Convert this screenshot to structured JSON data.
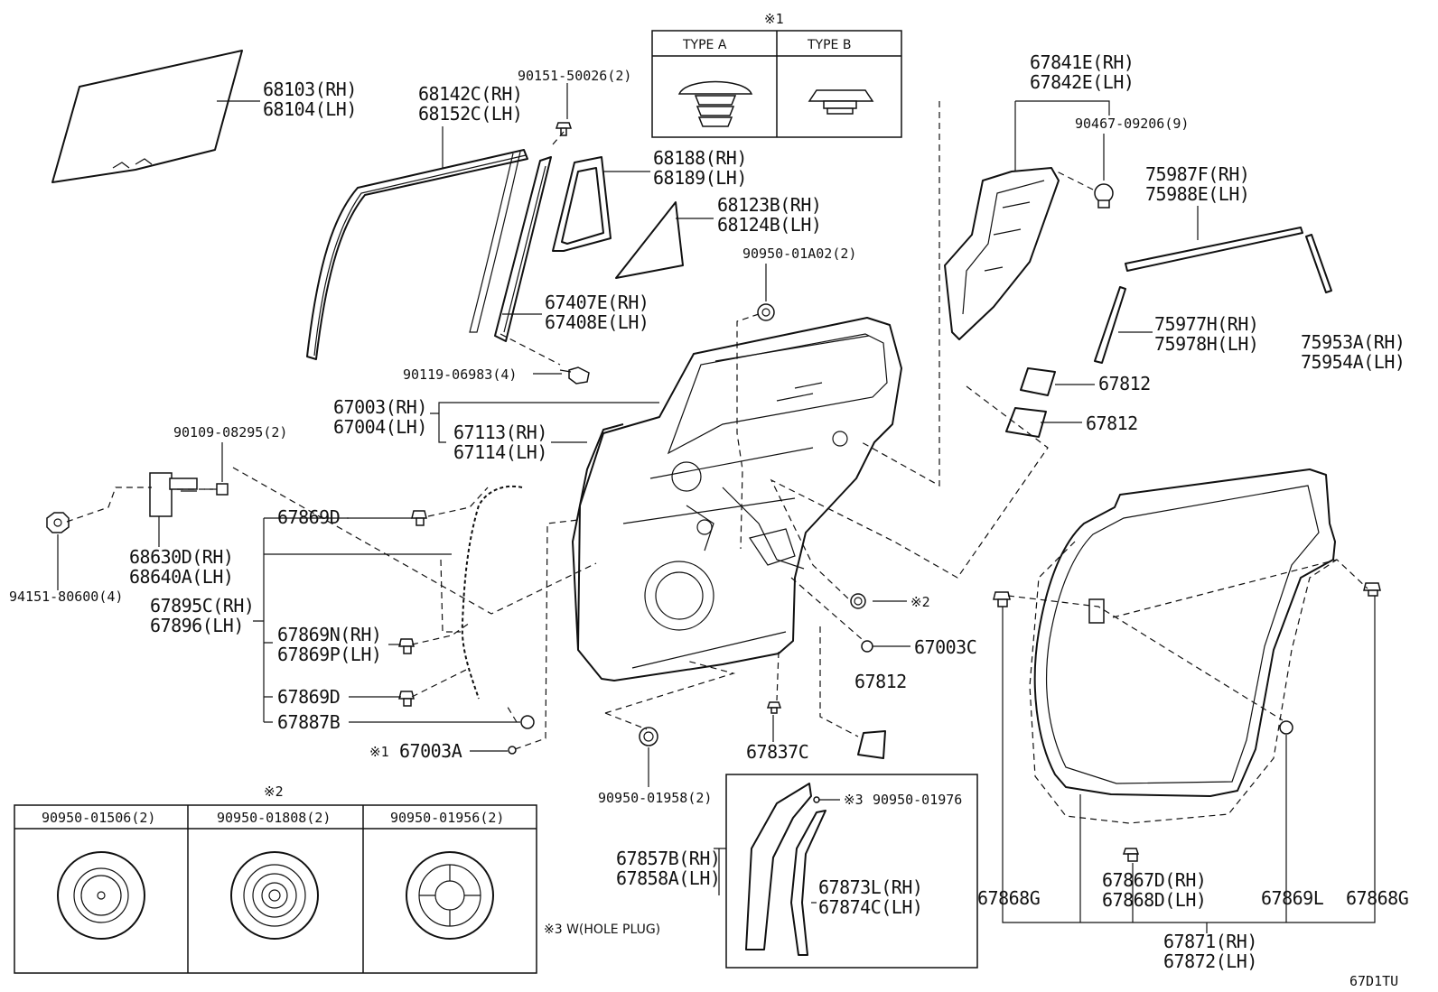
{
  "labels": {
    "glass_rh": "68103(RH)",
    "glass_lh": "68104(LH)",
    "frame_rh": "68142C(RH)",
    "frame_lh": "68152C(LH)",
    "screw_top": "90151-50026(2)",
    "quarter_seal_rh": "68188(RH)",
    "quarter_seal_lh": "68189(LH)",
    "quarter_glass_rh": "68123B(RH)",
    "quarter_glass_lh": "68124B(LH)",
    "plug_a02": "90950-01A02(2)",
    "channel_rh": "67407E(RH)",
    "channel_lh": "67408E(LH)",
    "bolt_06983": "90119-06983(4)",
    "door_rh": "67003(RH)",
    "door_lh": "67004(LH)",
    "panel_rh": "67113(RH)",
    "panel_lh": "67114(LH)",
    "bolt_08295": "90109-08295(2)",
    "hinge_rh": "68630D(RH)",
    "hinge_lh": "68640A(LH)",
    "nut_80600": "94151-80600(4)",
    "wire_rh": "67895C(RH)",
    "wire_lh": "67896(LH)",
    "clip_d1": "67869D",
    "clip_n_rh": "67869N(RH)",
    "clip_p_lh": "67869P(LH)",
    "clip_d2": "67869D",
    "clip_887b": "67887B",
    "ref1_plug": "67003A",
    "ref1_mark": "※1",
    "liner_rh": "67841E(RH)",
    "liner_lh": "67842E(LH)",
    "nut_09206": "90467-09206(9)",
    "belt_rh": "75987F(RH)",
    "belt_lh": "75988E(LH)",
    "garnish_rh": "75977H(RH)",
    "garnish_lh": "75978H(LH)",
    "mould_rh": "75953A(RH)",
    "mould_lh": "75954A(LH)",
    "pad1": "67812",
    "pad2": "67812",
    "pad3": "67812",
    "ref2": "※2",
    "plug_c": "67003C",
    "clip_837c": "67837C",
    "plug_01958": "90950-01958(2)",
    "ref3_plug": "90950-01976",
    "ref3_mark": "※3",
    "trim_rh": "67857B(RH)",
    "trim_lh": "67858A(LH)",
    "seal_l_rh": "67873L(RH)",
    "seal_c_lh": "67874C(LH)",
    "ws_g_left": "67868G",
    "ws_d_rh": "67867D(RH)",
    "ws_d_lh": "67868D(LH)",
    "ws_l": "67869L",
    "ws_g_right": "67868G",
    "ws_rh": "67871(RH)",
    "ws_lh": "67872(LH)",
    "hole_plug_note": "※3 W(HOLE PLUG)",
    "diagram_code": "67D1TU"
  },
  "type_table": {
    "ref": "※1",
    "type_a": "TYPE A",
    "type_b": "TYPE B"
  },
  "plug_table": {
    "ref": "※2",
    "col1": "90950-01506(2)",
    "col2": "90950-01808(2)",
    "col3": "90950-01956(2)"
  }
}
